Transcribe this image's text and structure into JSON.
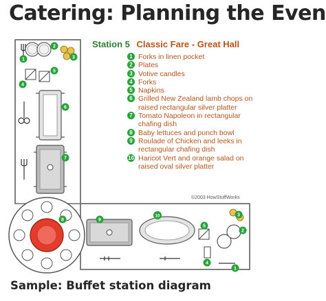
{
  "title": "Catering: Planning the Event",
  "station": {
    "number": "Station 5",
    "name": "Classic Fare - Great Hall"
  },
  "legend": [
    {
      "n": "1",
      "text": "Forks in linen pocket"
    },
    {
      "n": "2",
      "text": "Plates"
    },
    {
      "n": "3",
      "text": "Votive candles"
    },
    {
      "n": "4",
      "text": "Forks"
    },
    {
      "n": "5",
      "text": "Napkins"
    },
    {
      "n": "6",
      "text": "Grilled New Zealand lamb chops on raised rectangular silver platter"
    },
    {
      "n": "7",
      "text": "Tomato Napoleon in rectangular chafing dish"
    },
    {
      "n": "8",
      "text": "Baby lettuces and punch bowl"
    },
    {
      "n": "9",
      "text": "Roulade of Chicken and leeks in rectangular chafing dish"
    },
    {
      "n": "10",
      "text": "Haricot Vert and orange salad on raised oval silver platter"
    }
  ],
  "copyright": "©2003 HowStuffWorks",
  "caption": "Sample: Buffet station diagram",
  "colors": {
    "badge": "#27a33a",
    "legend_text": "#b5541b",
    "station_number": "#2e7d32",
    "punch_bowl": "#e53b2b"
  }
}
